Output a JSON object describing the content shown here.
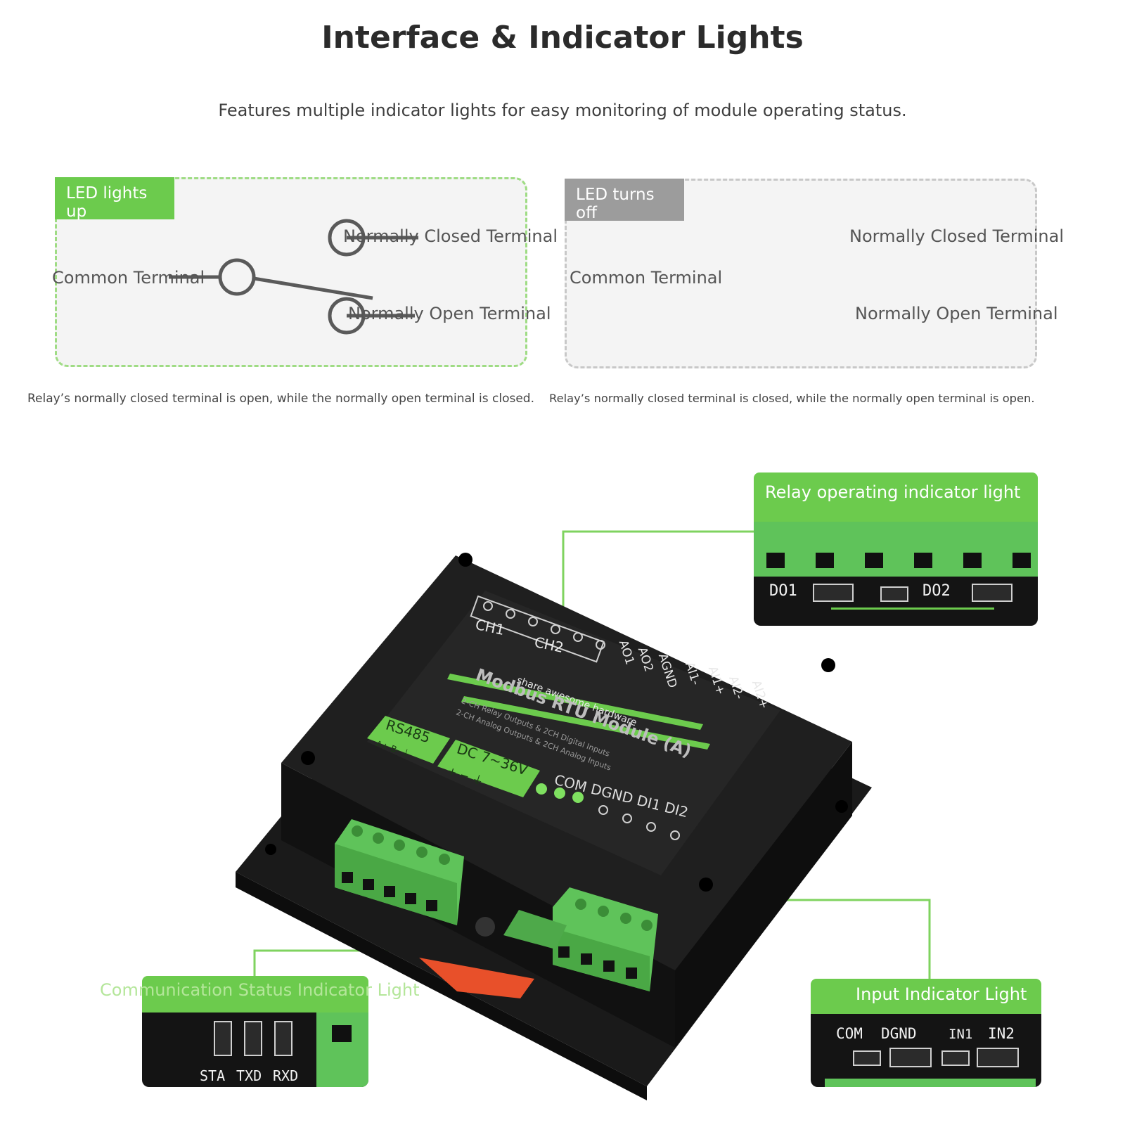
{
  "header": {
    "title": "Interface & Indicator Lights",
    "subtitle": "Features multiple indicator lights for easy monitoring of module operating status."
  },
  "panels": [
    {
      "tag": "LED lights up",
      "closed_label": "Normally Closed Terminal",
      "common_label": "Common Terminal",
      "open_label": "Normally Open Terminal",
      "caption": "Relay’s normally closed terminal is open, while the normally open terminal is closed."
    },
    {
      "tag": "LED turns off",
      "closed_label": "Normally Closed Terminal",
      "common_label": "Common Terminal",
      "open_label": "Normally Open Terminal",
      "caption": "Relay’s normally closed terminal is closed, while the normally open terminal is open."
    }
  ],
  "callouts": {
    "relay": {
      "title": "Relay operating indicator light",
      "do1": "DO1",
      "do2": "DO2"
    },
    "comm": {
      "title": "Communication Status Indicator Light",
      "sta": "STA",
      "txd": "TXD",
      "rxd": "RXD"
    },
    "input": {
      "title": "Input Indicator Light",
      "com": "COM",
      "dgnd": "DGND",
      "in1": "IN1",
      "in2": "IN2"
    }
  },
  "device": {
    "ch1": "CH1",
    "ch2": "CH2",
    "analog_pins": [
      "AO1",
      "AO2",
      "AGND",
      "AI1-",
      "AI1+",
      "AI2-",
      "AI2+"
    ],
    "brand": "share awesome hardware",
    "model": "Modbus RTU Module (A)",
    "spec1": "2-CH Relay Outputs & 2CH Digital Inputs",
    "spec2": "2-CH Analog Outputs & 2CH Analog Inputs",
    "rs485": "RS485",
    "rs485_pins": "A+  B-  ⏚",
    "dc": "DC 7~36V",
    "dc_pins": "+  −  ⏚",
    "bottom_pins": "COM DGND DI1 DI2"
  },
  "colors": {
    "accent": "#6ccb4d",
    "off": "#9c9c9c",
    "device": "#1c1c1c",
    "terminal": "#5fc35a"
  },
  "icons": [
    "relay-switch-icon",
    "led-icon",
    "screw-terminal-icon",
    "mount-hole-icon"
  ]
}
